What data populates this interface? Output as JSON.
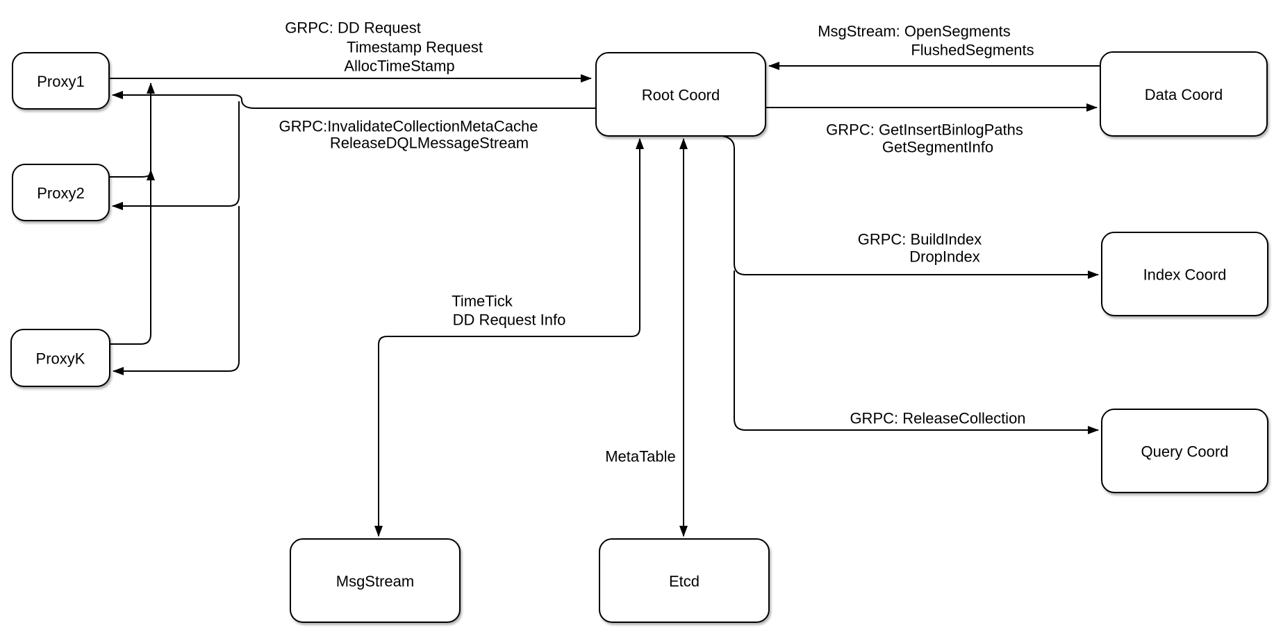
{
  "background_color": "#ffffff",
  "line_color": "#000000",
  "text_color": "#000000",
  "node_labels": {
    "proxy1": "Proxy1",
    "proxy2": "Proxy2",
    "proxyk": "ProxyK",
    "root-coord": "Root Coord",
    "data-coord": "Data Coord",
    "index-coord": "Index Coord",
    "query-coord": "Query Coord",
    "msgstream": "MsgStream",
    "etcd": "Etcd"
  },
  "edge_labels": {
    "proxies-to-root-grpc": {
      "lines": [
        "GRPC: DD Request",
        "Timestamp Request",
        "AllocTimeStamp"
      ]
    },
    "root-to-proxies-grpc": {
      "lines": [
        "GRPC:InvalidateCollectionMetaCache",
        "ReleaseDQLMessageStream"
      ]
    },
    "data-to-root-msgstream": {
      "lines": [
        "MsgStream: OpenSegments",
        "FlushedSegments"
      ]
    },
    "root-to-data-grpc": {
      "lines": [
        "GRPC: GetInsertBinlogPaths",
        "GetSegmentInfo"
      ]
    },
    "root-to-index-grpc": {
      "lines": [
        "GRPC: BuildIndex",
        "DropIndex"
      ]
    },
    "root-to-query-grpc": {
      "lines": [
        "GRPC: ReleaseCollection"
      ]
    },
    "root-to-msgstream": {
      "lines": [
        "TimeTick",
        "DD Request Info"
      ]
    },
    "root-to-etcd": {
      "lines": [
        "MetaTable"
      ]
    }
  },
  "edges": {
    "proxy1-to-root": {
      "from": "Proxy1",
      "to": "Root Coord",
      "direction": "end"
    },
    "proxies-merge-up": {
      "from": "ProxyK",
      "to": "Proxy1 request line",
      "direction": "end"
    },
    "proxy2-merge": {
      "from": "Proxy2",
      "to": "shared request line",
      "direction": "end"
    },
    "root-to-proxy1": {
      "from": "Root Coord",
      "to": "Proxy1",
      "direction": "end"
    },
    "root-to-proxy2": {
      "from": "Root Coord",
      "to": "Proxy2",
      "direction": "end"
    },
    "root-to-proxyk": {
      "from": "Root Coord",
      "to": "ProxyK",
      "direction": "end"
    },
    "data-to-root": {
      "from": "Data Coord",
      "to": "Root Coord",
      "direction": "end"
    },
    "root-to-data": {
      "from": "Root Coord",
      "to": "Data Coord",
      "direction": "end"
    },
    "root-to-index": {
      "from": "Root Coord",
      "to": "Index Coord",
      "direction": "end"
    },
    "root-to-query": {
      "from": "Root Coord",
      "to": "Query Coord",
      "direction": "end"
    },
    "root-msgstream": {
      "from": "Root Coord",
      "to": "MsgStream",
      "direction": "both"
    },
    "root-etcd": {
      "from": "Root Coord",
      "to": "Etcd",
      "direction": "both"
    }
  }
}
